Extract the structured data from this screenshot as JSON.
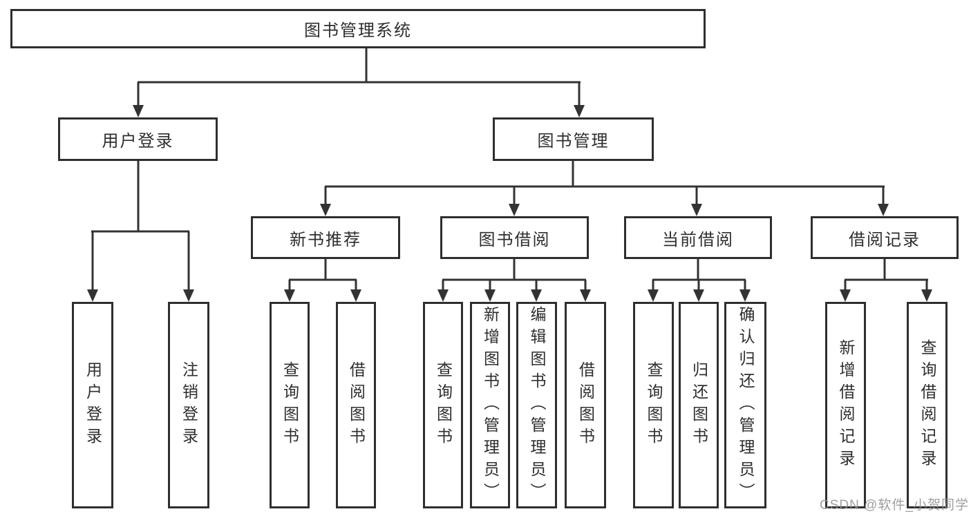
{
  "nodes": {
    "root": "图书管理系统",
    "user_login": "用户登录",
    "book_management": "图书管理",
    "new_book_recommend": "新书推荐",
    "book_borrowing": "图书借阅",
    "current_borrowing": "当前借阅",
    "borrowing_records": "借阅记录",
    "leaf_user_login": "用户登录",
    "leaf_logout": "注销登录",
    "leaf_query_books_recommend": "查询图书",
    "leaf_borrow_books_recommend": "借阅图书",
    "leaf_query_books_borrowing": "查询图书",
    "leaf_add_books_admin": "新增图书（管理员）",
    "leaf_edit_books_admin": "编辑图书（管理员）",
    "leaf_borrow_books_borrowing": "借阅图书",
    "leaf_query_books_current": "查询图书",
    "leaf_return_books": "归还图书",
    "leaf_confirm_return_admin": "确认归还（管理员）",
    "leaf_add_borrow_record": "新增借阅记录",
    "leaf_query_borrow_record": "查询借阅记录"
  },
  "watermark": "CSDN @软件_小贺同学",
  "colors": {
    "background": "#ffffff",
    "box_border": "#2e2e2e",
    "line": "#333333",
    "text": "#2e2e2e",
    "watermark": "#919191"
  }
}
